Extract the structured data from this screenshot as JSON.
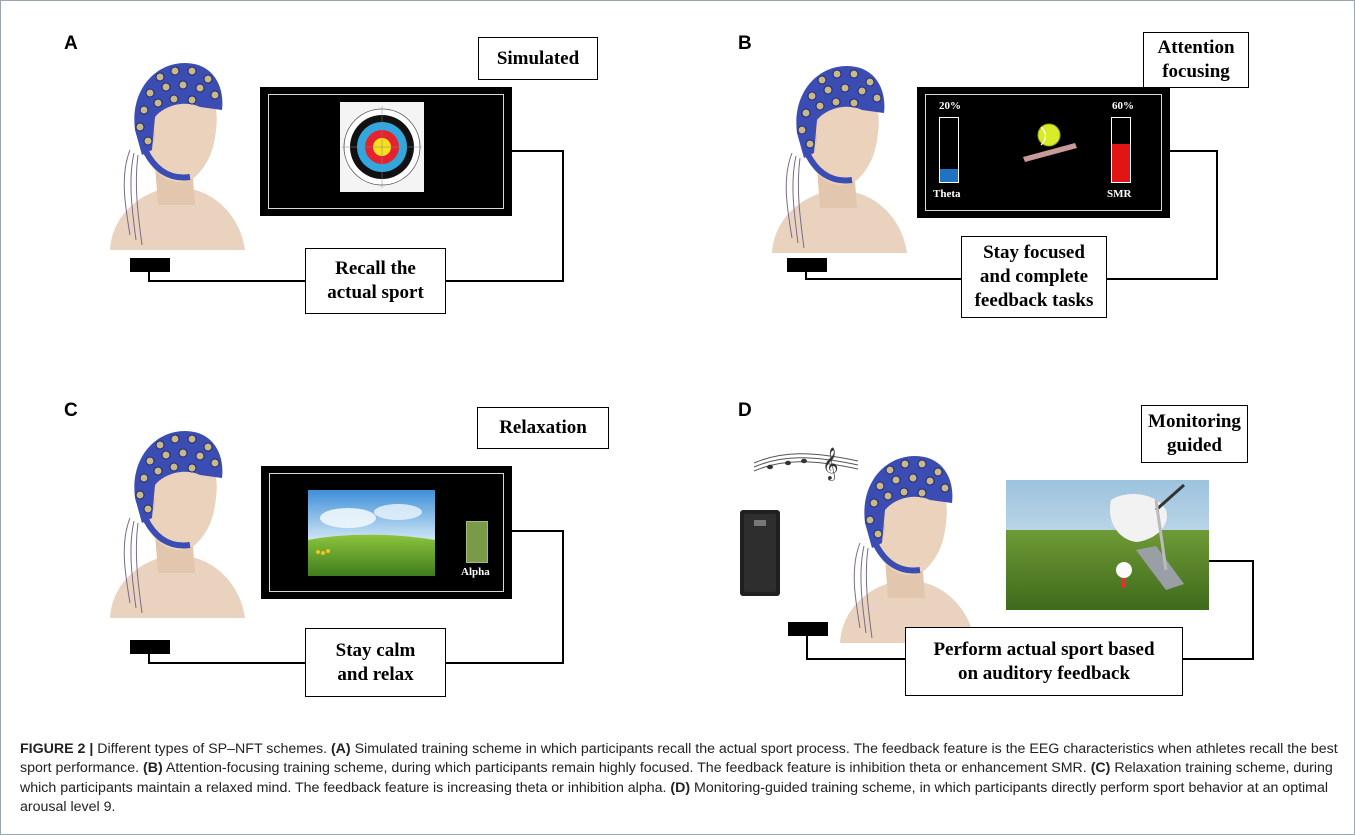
{
  "panels": {
    "A": {
      "letter": "A",
      "title": "Simulated",
      "instruction_lines": [
        "Recall the",
        "actual sport"
      ]
    },
    "B": {
      "letter": "B",
      "title_lines": [
        "Attention",
        "focusing"
      ],
      "instruction_lines": [
        "Stay focused",
        "and complete",
        "feedback tasks"
      ],
      "bars": [
        {
          "label": "Theta",
          "percent_text": "20%",
          "level": 0.2,
          "color": "#1e74c3"
        },
        {
          "label": "SMR",
          "percent_text": "60%",
          "level": 0.6,
          "color": "#e31414"
        }
      ]
    },
    "C": {
      "letter": "C",
      "title": "Relaxation",
      "instruction_lines": [
        "Stay calm",
        "and relax"
      ],
      "bar_label": "Alpha"
    },
    "D": {
      "letter": "D",
      "title_lines": [
        "Monitoring",
        "guided"
      ],
      "instruction_lines": [
        "Perform actual sport based",
        "on auditory feedback"
      ]
    }
  },
  "caption": {
    "figure_label": "FIGURE 2 |",
    "intro": " Different types of SP–NFT schemes. ",
    "parts": [
      {
        "tag": "(A)",
        "text": " Simulated training scheme in which participants recall the actual sport process. The feedback feature is the EEG characteristics when athletes recall the best sport performance. "
      },
      {
        "tag": "(B)",
        "text": " Attention-focusing training scheme, during which participants remain highly focused. The feedback feature is inhibition theta or enhancement SMR. "
      },
      {
        "tag": "(C)",
        "text": " Relaxation training scheme, during which participants maintain a relaxed mind. The feedback feature is increasing theta or inhibition alpha. "
      },
      {
        "tag": "(D)",
        "text": " Monitoring-guided training scheme, in which participants directly perform sport behavior at an optimal arousal level 9."
      }
    ]
  }
}
